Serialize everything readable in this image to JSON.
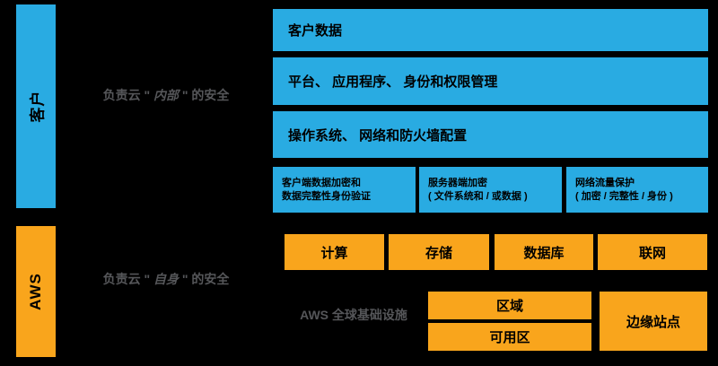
{
  "colors": {
    "background": "#000000",
    "blue": "#29ABE2",
    "orange": "#F9A51C",
    "gray_text": "#555659",
    "box_text": "#000000"
  },
  "customer_section": {
    "side_label": "客户",
    "responsibility": {
      "prefix": "负责云 \" ",
      "emphasis": "内部",
      "suffix": " \" 的安全"
    },
    "layers": [
      "客户数据",
      "平台、 应用程序、 身份和权限管理",
      "操作系统、 网络和防火墙配置"
    ],
    "security_boxes": [
      {
        "line1": "客户端数据加密和",
        "line2": "数据完整性身份验证"
      },
      {
        "line1": "服务器端加密",
        "line2": "( 文件系统和 / 或数据 )"
      },
      {
        "line1": "网络流量保护",
        "line2": "( 加密 / 完整性 / 身份 )"
      }
    ]
  },
  "aws_section": {
    "side_label": "AWS",
    "responsibility": {
      "prefix": "负责云 \" ",
      "emphasis": "自身",
      "suffix": " \" 的安全"
    },
    "services": [
      "计算",
      "存储",
      "数据库",
      "联网"
    ],
    "infrastructure": {
      "label": "AWS 全球基础设施",
      "region": "区域",
      "availability_zone": "可用区",
      "edge_location": "边缘站点"
    }
  }
}
